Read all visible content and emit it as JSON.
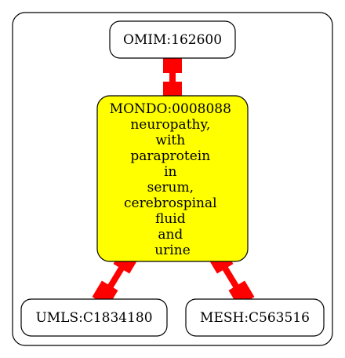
{
  "colors": {
    "edge": "#ff0000",
    "focus_fill": "#ffff00",
    "node_fill": "#ffffff",
    "stroke": "#000000"
  },
  "nodes": {
    "omim": {
      "label": "OMIM:162600"
    },
    "mondo": {
      "lines": [
        "MONDO:0008088",
        "neuropathy,",
        "with",
        "paraprotein",
        "in",
        "serum,",
        "cerebrospinal",
        "fluid",
        "and",
        "urine"
      ]
    },
    "umls": {
      "label": "UMLS:C1834180"
    },
    "mesh": {
      "label": "MESH:C563516"
    }
  }
}
